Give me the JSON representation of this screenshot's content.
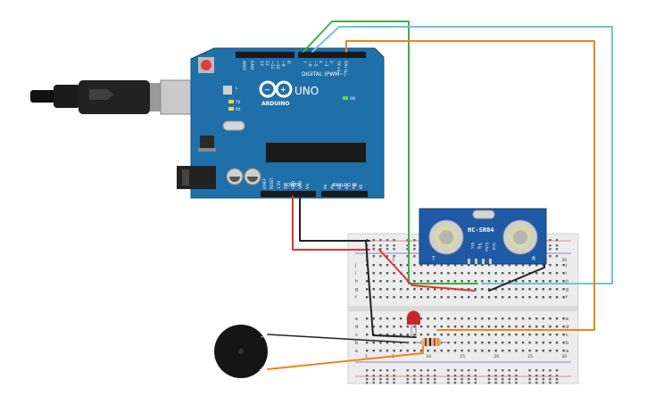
{
  "arduino": {
    "brand": "ARDUINO",
    "model": "UNO",
    "digital_label": "DIGITAL (PWM~)",
    "power_label": "POWER",
    "analog_label": "ANALOG IN",
    "on_label": "ON",
    "tx_label": "TX",
    "rx_label": "RX",
    "l_label": "L",
    "aref_label": "AREF",
    "gnd_label": "GND",
    "digital_pins": [
      "13",
      "12",
      "~11",
      "~10",
      "~9",
      "8",
      "7",
      "~6",
      "~5",
      "4",
      "~3",
      "2",
      "TX→1",
      "RX←0"
    ],
    "power_pins": [
      "IOREF",
      "RESET",
      "3.3V",
      "5V",
      "GND",
      "GND",
      "Vin"
    ],
    "analog_pins": [
      "A0",
      "A1",
      "A2",
      "A3",
      "A4",
      "A5"
    ]
  },
  "sensor": {
    "name": "HC-SR04",
    "pins": [
      "Vcc",
      "Trig",
      "Echo",
      "Gnd"
    ],
    "left_label": "T",
    "right_label": "R"
  },
  "buzzer": {
    "neg_label": "-",
    "pos_label": "+"
  },
  "breadboard": {
    "row_letters_top": [
      "j",
      "i",
      "h",
      "g",
      "f"
    ],
    "row_letters_bottom": [
      "e",
      "d",
      "c",
      "b",
      "a"
    ],
    "column_numbers": [
      "1",
      "5",
      "10",
      "15",
      "20",
      "25",
      "30"
    ]
  },
  "colors": {
    "board": "#1f6fa8",
    "sensor_board": "#1f5aa6",
    "breadboard": "#ececec",
    "wire_red": "#e53030",
    "wire_black": "#222222",
    "wire_green": "#3cb043",
    "wire_cyan": "#6cc8d0",
    "wire_orange": "#e8861c"
  }
}
